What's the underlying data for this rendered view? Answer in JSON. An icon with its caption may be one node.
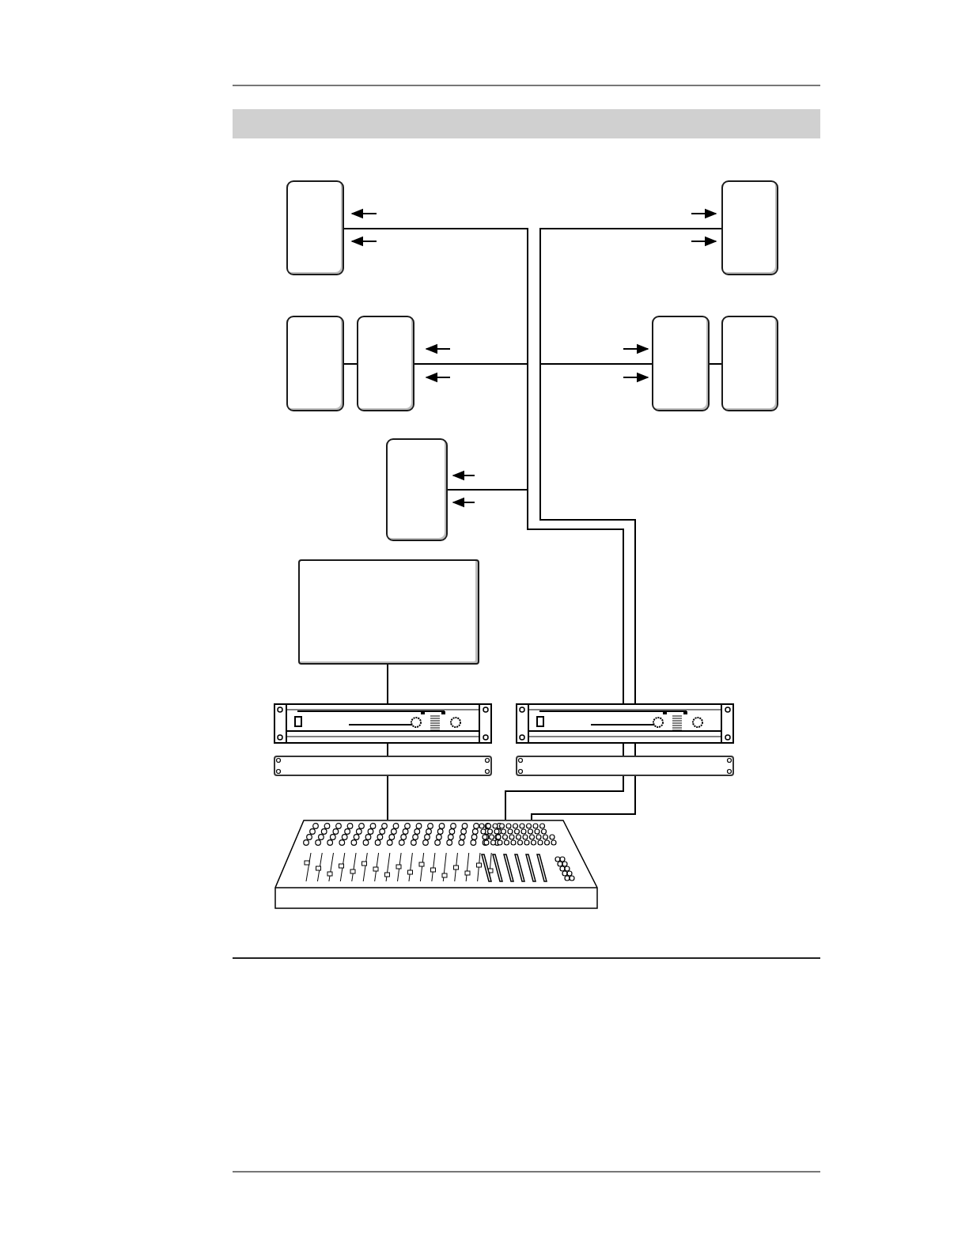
{
  "diagram": {
    "nodes": [
      {
        "text": [],
        "shape": "speaker"
      },
      {
        "text": [],
        "shape": "speaker"
      },
      {
        "text": [],
        "shape": "speaker"
      },
      {
        "text": [],
        "shape": "speaker"
      },
      {
        "text": [],
        "shape": "speaker"
      },
      {
        "text": [],
        "shape": "speaker"
      },
      {
        "text": [],
        "shape": "speaker"
      },
      {
        "text": [],
        "shape": "subwoofer"
      },
      {
        "text": [],
        "shape": "amplifier"
      },
      {
        "text": [],
        "shape": "amplifier"
      },
      {
        "text": [],
        "shape": "panel"
      },
      {
        "text": [],
        "shape": "panel"
      },
      {
        "text": [],
        "shape": "mixer"
      }
    ],
    "edges": [
      {
        "from": 2,
        "to": 3,
        "arrow": "none"
      },
      {
        "from": 4,
        "to": 5,
        "arrow": "none"
      },
      {
        "from": 9,
        "to": 0,
        "arrow": "none"
      },
      {
        "from": 9,
        "to": 3,
        "arrow": "none"
      },
      {
        "from": 9,
        "to": 6,
        "arrow": "none"
      },
      {
        "from": 9,
        "to": 1,
        "arrow": "none"
      },
      {
        "from": 9,
        "to": 4,
        "arrow": "none"
      },
      {
        "from": 8,
        "to": 7,
        "arrow": "none"
      },
      {
        "from": 10,
        "to": 8,
        "arrow": "none"
      },
      {
        "from": 12,
        "to": 10,
        "arrow": "none"
      },
      {
        "from": 11,
        "to": 9,
        "arrow": "none"
      },
      {
        "from": 11,
        "to": 9,
        "arrow": "none"
      },
      {
        "from": 12,
        "to": 11,
        "arrow": "none"
      },
      {
        "from": 12,
        "to": 11,
        "arrow": "none"
      }
    ]
  }
}
